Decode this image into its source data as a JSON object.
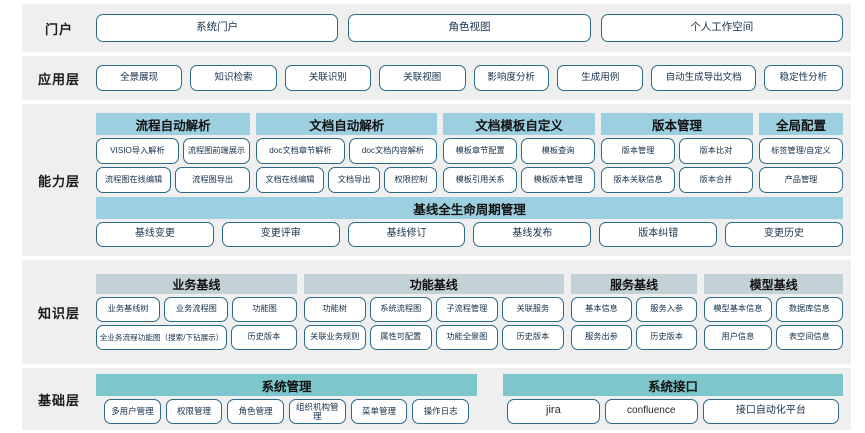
{
  "layers": [
    {
      "key": "portal",
      "label": "门户",
      "items": [
        "系统门户",
        "角色视图",
        "个人工作空间"
      ]
    },
    {
      "key": "application",
      "label": "应用层",
      "items": [
        "全景展现",
        "知识检索",
        "关联识别",
        "关联视图",
        "影响度分析",
        "生成用例",
        "自动生成导出文档",
        "稳定性分析"
      ]
    },
    {
      "key": "capability",
      "label": "能力层",
      "groups": [
        {
          "title": "流程自动解析",
          "rows": [
            [
              "VISIO导入解析",
              "流程图前端展示"
            ],
            [
              "流程图在线编辑",
              "流程图导出"
            ]
          ]
        },
        {
          "title": "文档自动解析",
          "rows": [
            [
              "doc文档章节解析",
              "doc文档内容解析"
            ],
            [
              "文档在线编辑",
              "文档导出",
              "权限控制"
            ]
          ]
        },
        {
          "title": "文档模板自定义",
          "rows": [
            [
              "模板章节配置",
              "模板查询"
            ],
            [
              "模板引用关系",
              "模板版本管理"
            ]
          ]
        },
        {
          "title": "版本管理",
          "rows": [
            [
              "版本管理",
              "版本比对"
            ],
            [
              "版本关联信息",
              "版本合并"
            ]
          ]
        },
        {
          "title": "全局配置",
          "rows": [
            [
              "标签管理/自定义"
            ],
            [
              "产品管理"
            ]
          ]
        }
      ],
      "baseline": {
        "title": "基线全生命周期管理",
        "items": [
          "基线变更",
          "变更评审",
          "基线修订",
          "基线发布",
          "版本纠错",
          "变更历史"
        ]
      }
    },
    {
      "key": "knowledge",
      "label": "知识层",
      "groups": [
        {
          "title": "业务基线",
          "rows": [
            [
              "业务基线树",
              "业务流程图",
              "功能图"
            ],
            [
              "全业务流程功能图（搜索/下钻展示）",
              "历史版本"
            ]
          ]
        },
        {
          "title": "功能基线",
          "rows": [
            [
              "功能树",
              "系统流程图",
              "子流程管理",
              "关联服务"
            ],
            [
              "关联业务规则",
              "属性可配置",
              "功能全景图",
              "历史版本"
            ]
          ]
        },
        {
          "title": "服务基线",
          "rows": [
            [
              "基本信息",
              "服务入参"
            ],
            [
              "服务出参",
              "历史版本"
            ]
          ]
        },
        {
          "title": "模型基线",
          "rows": [
            [
              "模型基本信息",
              "数据库信息"
            ],
            [
              "用户信息",
              "表空间信息"
            ]
          ]
        }
      ]
    },
    {
      "key": "foundation",
      "label": "基础层",
      "groups": [
        {
          "title": "系统管理",
          "rows": [
            [
              "多用户管理",
              "权限管理",
              "角色管理",
              "组织机构管理",
              "菜单管理",
              "操作日志"
            ]
          ]
        },
        {
          "title": "系统接口",
          "rows": [
            [
              "jira",
              "confluence",
              "接口自动化平台"
            ]
          ]
        }
      ]
    }
  ],
  "colors": {
    "band_bg": "#efefef",
    "header_blue": "#9ccfe0",
    "header_gray": "#c2d2d6",
    "header_teal": "#7cc6cc",
    "pill_border": "#2d6a86",
    "pill_bg": "#ffffff",
    "text": "#15304a"
  }
}
